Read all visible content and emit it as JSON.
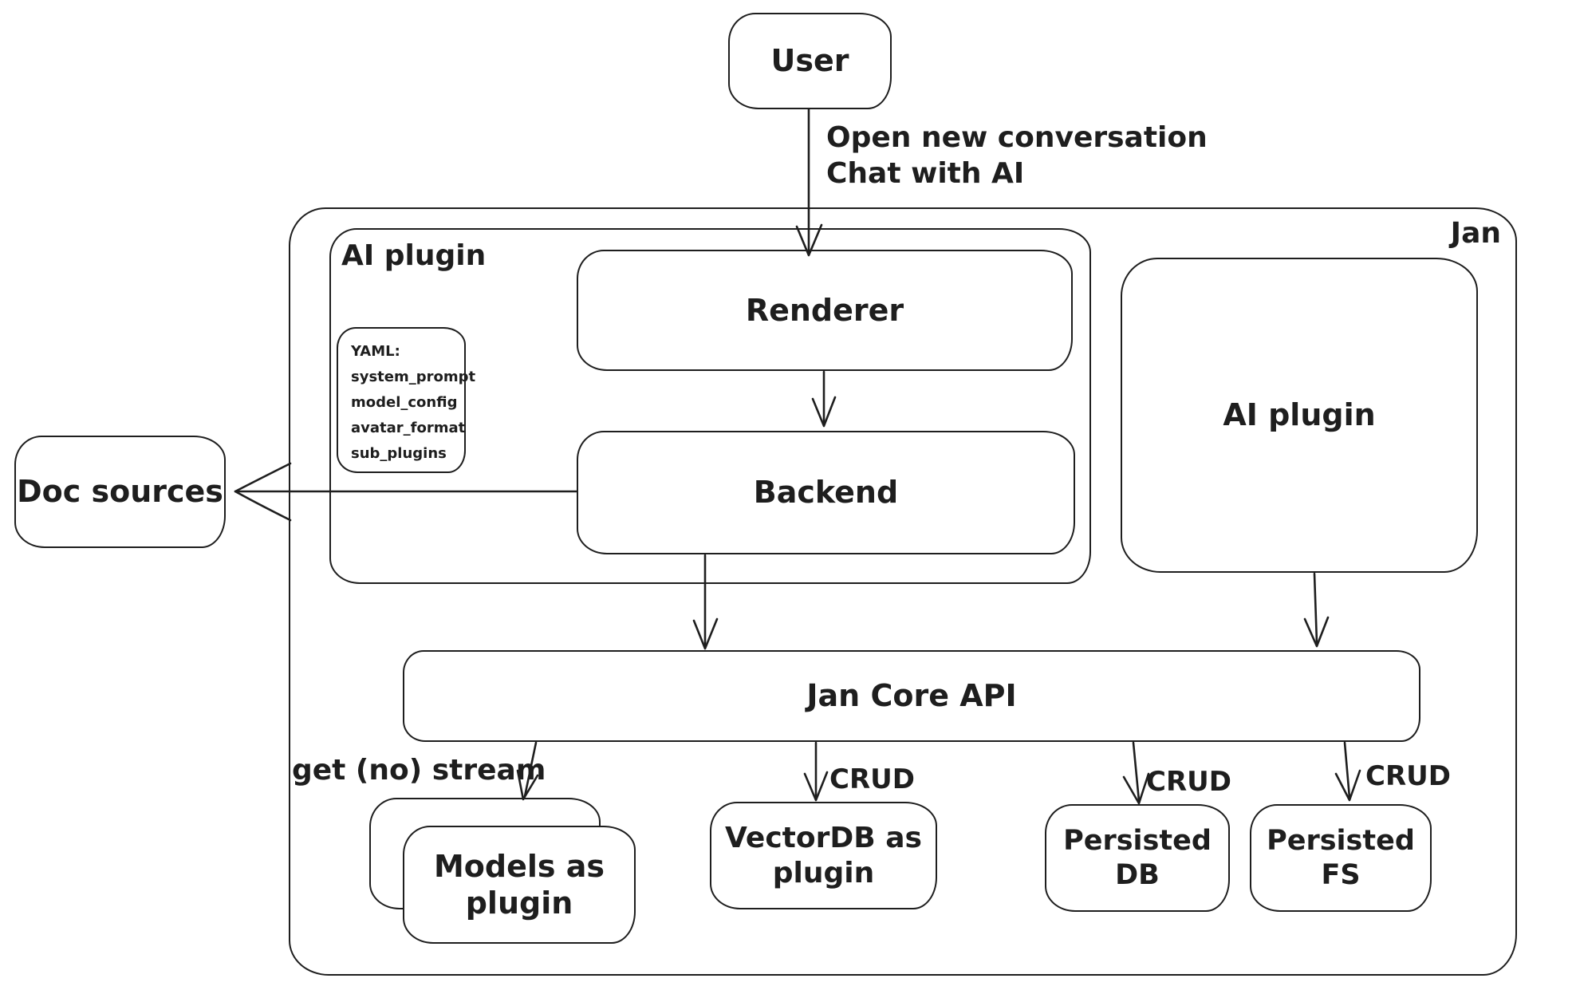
{
  "canvas": {
    "background": "#ffffff",
    "stroke_color": "#1e1e1e"
  },
  "nodes": {
    "user": {
      "label": "User"
    },
    "jan_container": {
      "label": "Jan"
    },
    "ai_plugin_group": {
      "label": "AI plugin"
    },
    "renderer": {
      "label": "Renderer"
    },
    "backend": {
      "label": "Backend"
    },
    "yaml_note": {
      "title": "YAML:",
      "lines": [
        "system_prompt",
        "model_config",
        "avatar_format",
        "sub_plugins"
      ]
    },
    "ai_plugin_right": {
      "label": "AI plugin"
    },
    "doc_sources": {
      "label": "Doc sources"
    },
    "jan_core_api": {
      "label": "Jan Core API"
    },
    "models_as_plugin": {
      "label": "Models as plugin"
    },
    "vectordb_as_plugin": {
      "label": "VectorDB as plugin"
    },
    "persisted_db": {
      "label": "Persisted DB"
    },
    "persisted_fs": {
      "label": "Persisted FS"
    }
  },
  "edges": {
    "user_to_renderer": {
      "label_line1": "Open new conversation",
      "label_line2": "Chat with AI"
    },
    "jan_core_to_models": {
      "label": "get (no) stream"
    },
    "jan_core_to_vectordb": {
      "label": "CRUD"
    },
    "jan_core_to_persisted_db": {
      "label": "CRUD"
    },
    "jan_core_to_persisted_fs": {
      "label": "CRUD"
    }
  }
}
